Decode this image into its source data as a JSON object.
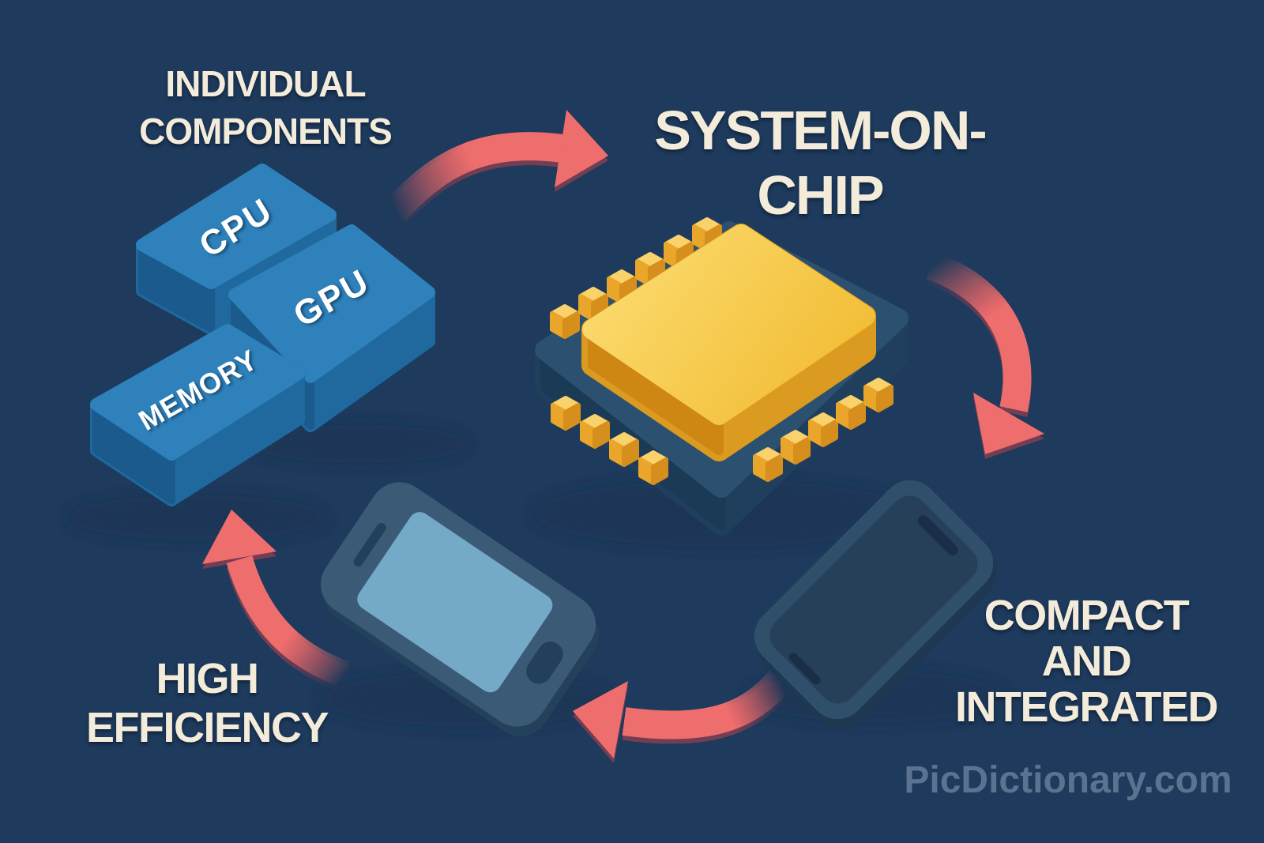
{
  "watermark": "PicDictionary.com",
  "colors": {
    "background": "#1e3a5c",
    "heading_text": "#f3ecdb",
    "block_label_text": "#ffffff",
    "arrow": "#ee6d6d",
    "arrow_edge": "#c4505c",
    "block_top": "#2e81ba",
    "block_side": "#1f699f",
    "block_side_dark": "#1b5a8c",
    "chip_base_top": "#2b5070",
    "chip_base_side": "#1f3f5c",
    "chip_base_side_dark": "#1b3a56",
    "die_light": "#fbd96b",
    "die_mid": "#f2bd35",
    "die_side": "#db9a20",
    "die_side_dark": "#cf8714",
    "pin_top": "#fad26c",
    "pin_left": "#e9a62a",
    "pin_right": "#d68e1c",
    "phone_body": "#3a5a76",
    "phone_body_edge": "#24415c",
    "phone_screen_on": "#74a9c7",
    "phone_dark_body": "#2f4f6b",
    "phone_dark_body_edge": "#1d3850",
    "phone_dark_screen": "#26405a",
    "phone_slot": "#22405c",
    "phone_dark_slot": "#1a2f47",
    "watermark_text": "#8ba2bb",
    "shadow": "#142c4e"
  },
  "stages": {
    "individual_components": {
      "label_lines": [
        "INDIVIDUAL",
        "COMPONENTS"
      ],
      "blocks": [
        {
          "label": "CPU"
        },
        {
          "label": "GPU"
        },
        {
          "label": "MEMORY"
        }
      ]
    },
    "system_on_chip": {
      "label_lines": [
        "SYSTEM-ON-",
        "CHIP"
      ]
    },
    "compact_integrated": {
      "label_lines": [
        "COMPACT",
        "AND",
        "INTEGRATED"
      ]
    },
    "high_efficiency": {
      "label_lines": [
        "HIGH",
        "EFFICIENCY"
      ]
    }
  },
  "icons": {
    "arrows": [
      "arrow-components-to-soc",
      "arrow-soc-to-phone",
      "arrow-phone-to-phone",
      "arrow-phone-to-efficiency"
    ]
  }
}
